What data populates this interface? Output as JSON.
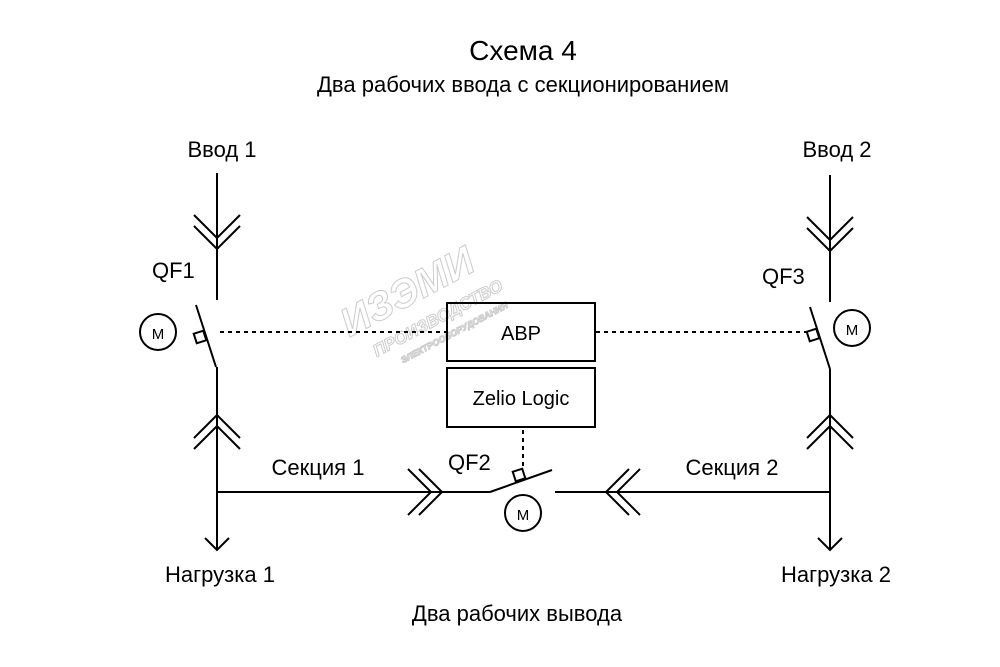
{
  "title": "Схема 4",
  "subtitle": "Два рабочих ввода с секционированием",
  "input1": "Ввод 1",
  "input2": "Ввод 2",
  "qf1": "QF1",
  "qf2": "QF2",
  "qf3": "QF3",
  "motor": "M",
  "avr": "АВР",
  "controller": "Zelio Logic",
  "section1": "Секция 1",
  "section2": "Секция 2",
  "load1": "Нагрузка 1",
  "load2": "Нагрузка 2",
  "footer": "Два рабочих вывода",
  "watermark": {
    "brand": "ИЗЭМИ",
    "line1": "ПРОИЗВОДСТВО",
    "line2": "ЭЛЕКТРООБОРУДОВАНИЯ"
  }
}
